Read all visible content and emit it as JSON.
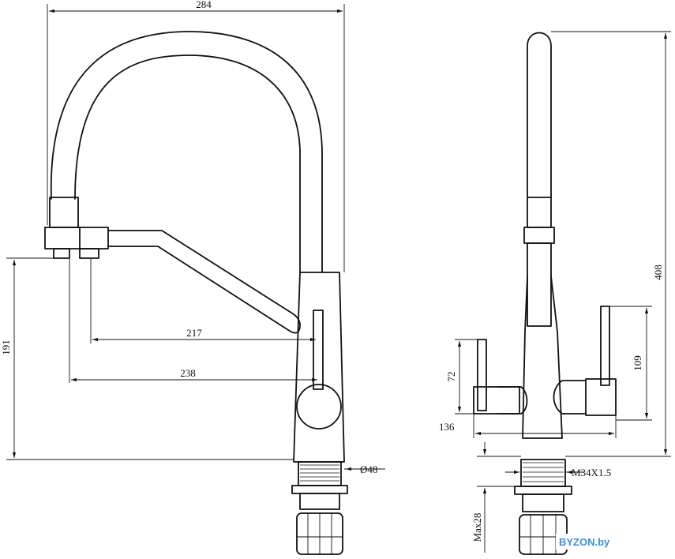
{
  "dimensions": {
    "overall_width": "284",
    "spout_reach_217": "217",
    "spout_reach_238": "238",
    "outlet_height": "191",
    "base_diameter": "Ø48",
    "total_height": "408",
    "handle_height_109": "109",
    "handle_height_72": "72",
    "handle_span": "136",
    "thread": "M34X1.5",
    "mount_max": "Max28"
  },
  "watermark": "BYZON.by"
}
